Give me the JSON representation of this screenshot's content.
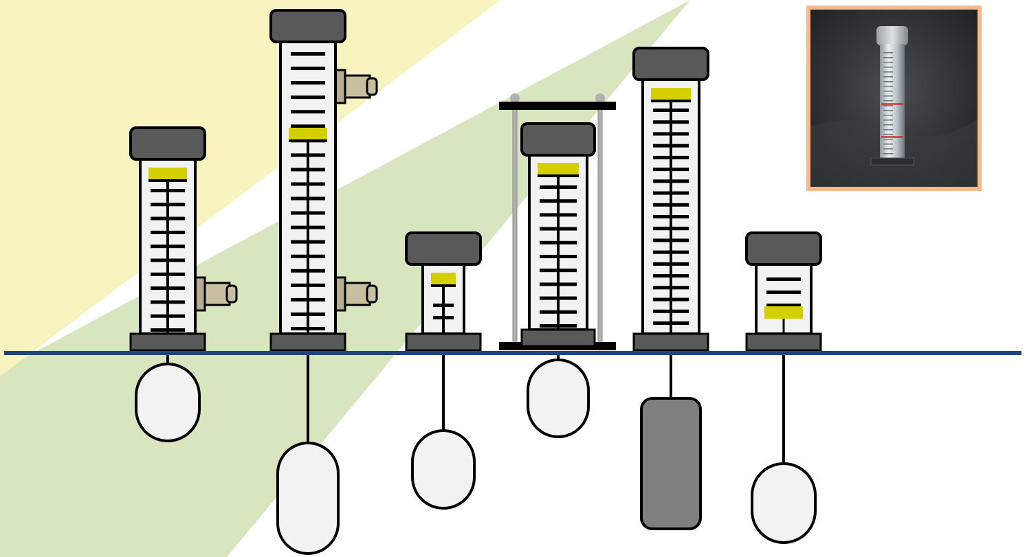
{
  "scene": {
    "background_colors": {
      "band_yellow": "#f7f4c0",
      "band_green": "#d8e6c0",
      "rail": "#1d467f"
    },
    "gauge_colors": {
      "cap": "#595959",
      "tube": "#f2f2f2",
      "tick": "#000000",
      "level_marker": "#d4d000",
      "float_light": "#f2f2f2",
      "float_dark": "#7f7f7f",
      "side_port": "#c8bfa0",
      "frame_rod": "#b0b0b0"
    },
    "gauges": [
      {
        "id": "gauge-1",
        "ticks": 11,
        "side_ports": 1,
        "float": "round-light"
      },
      {
        "id": "gauge-2",
        "ticks": 20,
        "side_ports": 2,
        "float": "long-light"
      },
      {
        "id": "gauge-3",
        "ticks": 2,
        "side_ports": 0,
        "float": "round-light"
      },
      {
        "id": "gauge-4",
        "ticks": 11,
        "side_ports": 0,
        "float": "round-light",
        "frame": true
      },
      {
        "id": "gauge-5",
        "ticks": 19,
        "side_ports": 0,
        "float": "long-dark"
      },
      {
        "id": "gauge-6",
        "ticks": 3,
        "side_ports": 0,
        "float": "round-light",
        "marker_at_bottom": true
      }
    ],
    "photo": {
      "frame_color": "#f6b98c",
      "subject": "clear-cylinder-gauge-photo"
    }
  }
}
